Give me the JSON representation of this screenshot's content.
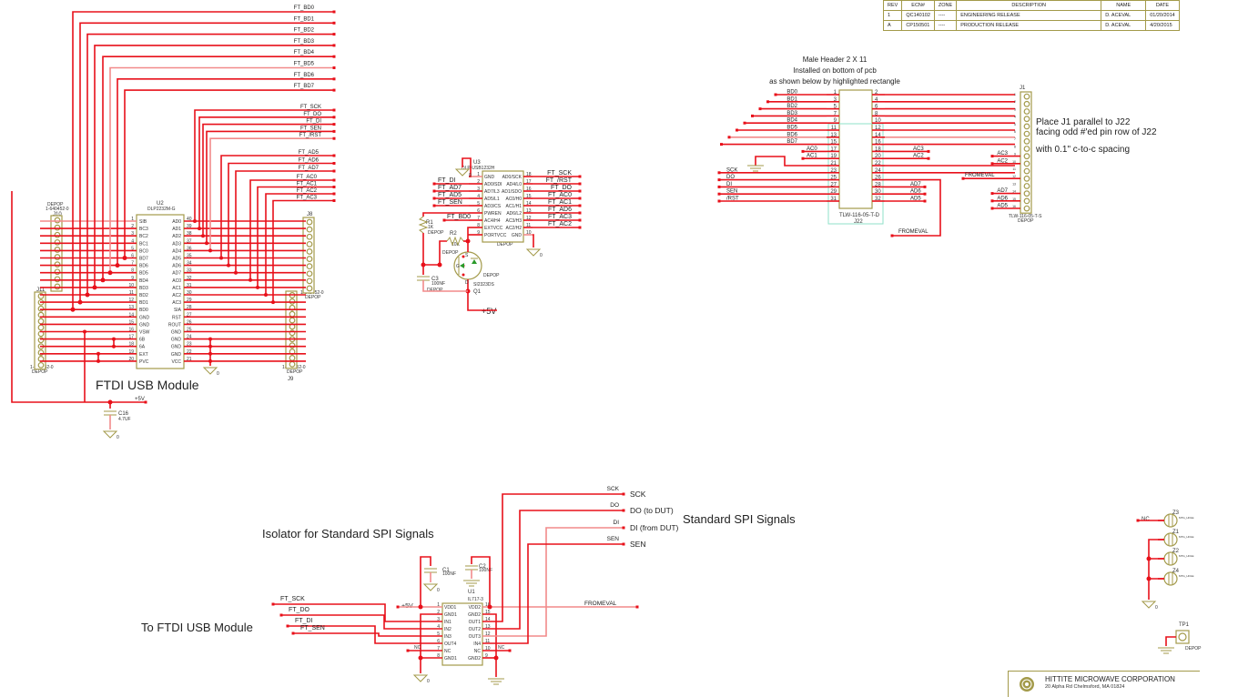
{
  "revision_table": {
    "headers": [
      "REV",
      "ECN#",
      "ZONE",
      "DESCRIPTION",
      "NAME",
      "DATE"
    ],
    "rows": [
      [
        "1",
        "QC140102",
        "----",
        "ENGINEERING RELEASE",
        "D. ACEVAL",
        "01/20/2014"
      ],
      [
        "A",
        "CP150501",
        "----",
        "PRODUCTION RELEASE",
        "D. ACEVAL",
        "4/20/2015"
      ]
    ]
  },
  "top_nets": [
    "FT_BD0",
    "FT_BD1",
    "FT_BD2",
    "FT_BD3",
    "FT_BD4",
    "FT_BD5",
    "FT_BD6",
    "FT_BD7"
  ],
  "mid_nets": [
    "FT_SCK",
    "FT_DO",
    "FT_DI",
    "FT_SEN",
    "FT_/RST"
  ],
  "ad_nets": [
    "FT_AD5",
    "FT_AD6",
    "FT_AD7"
  ],
  "ac_nets": [
    "FT_AC0",
    "FT_AC1",
    "FT_AC2",
    "FT_AC3"
  ],
  "u2": {
    "ref": "U2",
    "part": "DLP2232M-G",
    "left_pins": [
      [
        "1",
        "SIB"
      ],
      [
        "2",
        "BC3"
      ],
      [
        "3",
        "BC2"
      ],
      [
        "4",
        "BC1"
      ],
      [
        "5",
        "BC0"
      ],
      [
        "6",
        "BD7"
      ],
      [
        "7",
        "BD6"
      ],
      [
        "8",
        "BD5"
      ],
      [
        "9",
        "BD4"
      ],
      [
        "10",
        "BD3"
      ],
      [
        "11",
        "BD2"
      ],
      [
        "12",
        "BD1"
      ],
      [
        "13",
        "BD0"
      ],
      [
        "14",
        "GND"
      ],
      [
        "15",
        "GND"
      ],
      [
        "16",
        "VSW"
      ],
      [
        "17",
        "6B"
      ],
      [
        "18",
        "6A"
      ],
      [
        "19",
        "EXT"
      ],
      [
        "20",
        "PVC"
      ]
    ],
    "right_pins": [
      [
        "40",
        "AD0"
      ],
      [
        "39",
        "AD1"
      ],
      [
        "38",
        "AD2"
      ],
      [
        "37",
        "AD3"
      ],
      [
        "36",
        "AD4"
      ],
      [
        "35",
        "AD5"
      ],
      [
        "34",
        "AD6"
      ],
      [
        "33",
        "AD7"
      ],
      [
        "32",
        "AC0"
      ],
      [
        "31",
        "AC1"
      ],
      [
        "30",
        "AC2"
      ],
      [
        "29",
        "AC3"
      ],
      [
        "28",
        "SIA"
      ],
      [
        "27",
        "RST"
      ],
      [
        "26",
        "ROUT"
      ],
      [
        "25",
        "GND"
      ],
      [
        "24",
        "GND"
      ],
      [
        "23",
        "GND"
      ],
      [
        "22",
        "GND"
      ],
      [
        "21",
        "VCC"
      ]
    ]
  },
  "headers_left": {
    "j10": {
      "ref": "J10",
      "part": "1-640452-0",
      "note": "DEPOP"
    },
    "j11": {
      "ref": "J11",
      "part": "1-640452-0",
      "note": "DEPOP"
    },
    "j8": {
      "ref": "J8",
      "part": "1-640452-0",
      "note": "DEPOP"
    },
    "j9": {
      "ref": "J9",
      "part": "1-640452-0",
      "note": "DEPOP"
    }
  },
  "ftdi": {
    "title": "FTDI USB Module",
    "plus5v": "+5V",
    "c16_ref": "C16",
    "c16_val": "4.7UF"
  },
  "u3": {
    "ref": "U3",
    "part": "DLP-USB1232H",
    "depop": "DEPOP",
    "left_pins": [
      [
        "1",
        "GND"
      ],
      [
        "2",
        "AD0/SDI"
      ],
      [
        "3",
        "AD7/L3"
      ],
      [
        "4",
        "AD5/L1"
      ],
      [
        "5",
        "AD3/CS"
      ],
      [
        "6",
        "PWREN"
      ],
      [
        "7",
        "AC4/H4"
      ],
      [
        "8",
        "EXTVCC"
      ],
      [
        "9",
        "PORTVCC"
      ]
    ],
    "right_pins": [
      [
        "18",
        "AD0/SCK"
      ],
      [
        "17",
        "AD4/L0"
      ],
      [
        "16",
        "AD1/SDO"
      ],
      [
        "15",
        "AC0/H0"
      ],
      [
        "14",
        "AC1/H1"
      ],
      [
        "13",
        "AD6/L2"
      ],
      [
        "12",
        "AC3/H3"
      ],
      [
        "11",
        "AC2/H2"
      ],
      [
        "10",
        "GND"
      ]
    ],
    "left_nets": [
      "FT_DI",
      "FT_AD7",
      "FT_AD5",
      "FT_SEN"
    ],
    "left_net_bd0": "FT_BD0",
    "right_nets": [
      "FT_SCK",
      "FT_/RST",
      "FT_DO",
      "FT_AC0",
      "FT_AC1",
      "FT_AD6",
      "FT_AC3",
      "FT_AC2"
    ],
    "r1": {
      "ref": "R1",
      "val": "1K",
      "note": "DEPOP"
    },
    "r2": {
      "ref": "R2",
      "val": "10K",
      "note": "DEPOP"
    },
    "c3": {
      "ref": "C3",
      "val": "100NF",
      "note": "DEPOP"
    },
    "q1": {
      "ref": "Q1",
      "part": "SI2323DS",
      "note": "DEPOP"
    },
    "plus5v": "+5V"
  },
  "j22": {
    "title_lines": [
      "Male Header 2 X 11",
      "Installed on bottom of pcb",
      "as shown below by highlighted rectangle"
    ],
    "part": "TLW-116-05-T-D",
    "ref": "J22",
    "odd_pins": [
      "1",
      "3",
      "5",
      "7",
      "9",
      "11",
      "13",
      "15",
      "17",
      "19",
      "21",
      "23",
      "25",
      "27",
      "29",
      "31"
    ],
    "even_pins": [
      "2",
      "4",
      "6",
      "8",
      "10",
      "12",
      "14",
      "16",
      "18",
      "20",
      "22",
      "24",
      "26",
      "28",
      "30",
      "32"
    ],
    "left_nets": [
      "BD0",
      "BD1",
      "BD2",
      "BD3",
      "BD4",
      "BD5",
      "BD6",
      "BD7"
    ],
    "ac_left": [
      "AC0",
      "AC1"
    ],
    "ac_right": [
      "AC3",
      "AC2"
    ],
    "spi_left": [
      "SCK",
      "DO",
      "DI",
      "SEN",
      "/RST"
    ],
    "ad_right": [
      "AD7",
      "AD6",
      "AD5"
    ],
    "fromeval": "FROMEVAL"
  },
  "j1": {
    "ref": "J1",
    "part": "TLW-116-05-T-S",
    "note": "DEPOP",
    "nets": [
      "AC3",
      "AC2",
      "FROMEVAL",
      "AD7",
      "AD6",
      "AD5"
    ],
    "instructions": [
      "Place J1 parallel to J22",
      "facing odd #'ed pin row of J22",
      "with 0.1\" c-to-c spacing"
    ]
  },
  "isolator": {
    "title": "Isolator for Standard SPI Signals",
    "to_ftdi": "To FTDI USB Module",
    "std_title": "Standard SPI Signals",
    "in_nets": [
      "FT_SCK",
      "FT_DO",
      "FT_DI",
      "FT_SEN"
    ],
    "plus5v": "+5V",
    "u_ref": "U1",
    "u_part": "IL717-3",
    "c1": {
      "ref": "C1",
      "val": "100NF"
    },
    "c2": {
      "ref": "C2",
      "val": "100NF"
    },
    "left_pins": [
      [
        "1",
        "VDD1"
      ],
      [
        "2",
        "GND1"
      ],
      [
        "3",
        "IN1"
      ],
      [
        "4",
        "IN2"
      ],
      [
        "5",
        "IN3"
      ],
      [
        "6",
        "OUT4"
      ],
      [
        "7",
        "NC"
      ],
      [
        "8",
        "GND1"
      ]
    ],
    "right_pins": [
      [
        "16",
        "VDD2"
      ],
      [
        "15",
        "GND2"
      ],
      [
        "14",
        "OUT1"
      ],
      [
        "13",
        "OUT2"
      ],
      [
        "12",
        "OUT3"
      ],
      [
        "11",
        "IN4"
      ],
      [
        "10",
        "NC"
      ],
      [
        "9",
        "GND2"
      ]
    ],
    "out_nets": [
      "SCK",
      "DO",
      "DI",
      "SEN"
    ],
    "out_labels": [
      "SCK",
      "DO (to DUT)",
      "DI (from DUT)",
      "SEN"
    ],
    "fromeval": "FROMEVAL"
  },
  "mounting": {
    "nc": "NC",
    "holes": [
      {
        "ref": "Z3",
        "part": "MTG_HOLE"
      },
      {
        "ref": "Z1",
        "part": "MTG_HOLE"
      },
      {
        "ref": "Z2",
        "part": "MTG_HOLE"
      },
      {
        "ref": "Z4",
        "part": "MTG_HOLE"
      }
    ]
  },
  "tp1": {
    "ref": "TP1",
    "note": "DEPOP"
  },
  "company": {
    "name": "HITTITE MICROWAVE CORPORATION",
    "address": "20 Alpha Rd   Chelmsford, MA 01824"
  },
  "ground_label": "0"
}
